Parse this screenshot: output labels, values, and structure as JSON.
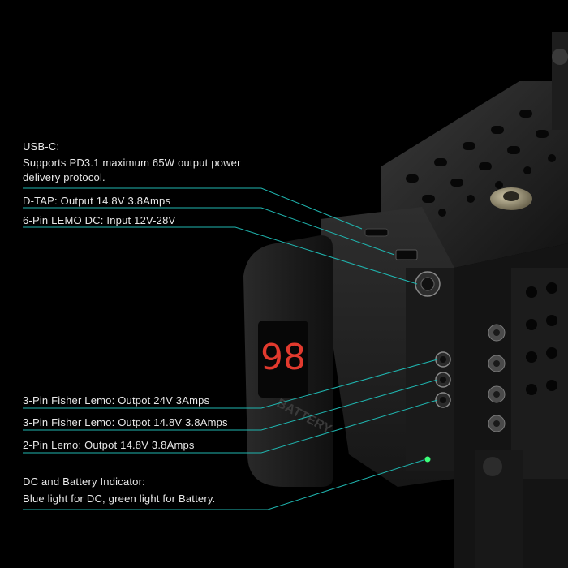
{
  "annotations": {
    "usbc_title": "USB-C:",
    "usbc_line1": "Supports PD3.1 maximum 65W output power",
    "usbc_line2": "delivery protocol.",
    "dtap": "D-TAP: Output 14.8V 3.8Amps",
    "lemo6": "6-Pin LEMO DC: Input 12V-28V",
    "fisher3_24": "3-Pin Fisher Lemo: Outpot 24V 3Amps",
    "fisher3_148": "3-Pin Fisher Lemo: Outpot 14.8V 3.8Amps",
    "lemo2": "2-Pin Lemo: Outpot 14.8V 3.8Amps",
    "indicator_title": "DC and Battery Indicator:",
    "indicator_desc": "Blue light for DC, green light for Battery."
  },
  "battery": {
    "display_value": "98",
    "side_text": "BATTERY"
  },
  "colors": {
    "leader_line": "#1fb6b0",
    "display_red": "#e23a2e",
    "indicator_green": "#3cff7a"
  }
}
